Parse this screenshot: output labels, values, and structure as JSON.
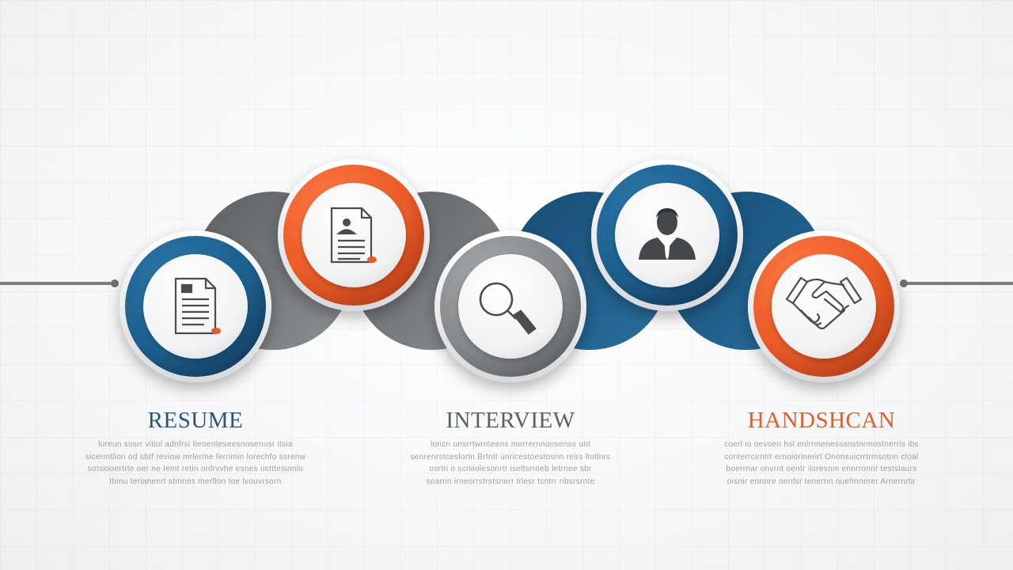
{
  "colors": {
    "blue": "#1d5f8d",
    "orange": "#ea5a26",
    "gray": "#8b8e91",
    "text_blue": "#2a5573",
    "text_gray": "#5a6066",
    "text_orange": "#e0602c"
  },
  "steps": [
    {
      "label": "RESUME",
      "color": "blue",
      "icon": "resume-document-icon",
      "description": [
        "lureun sosrr vitiol adnfrsi lteoenteseesnosenosr  itsia",
        "sicermtlion od sbtf reviow mrlerme ferrimin lorechfo ssrenw",
        "sotsiooertrte oer ne Iemt retin onfrvvhe esnes usttteisnnlo",
        "tbinu terianenrt stmnes merflon toe lvouvrsorn"
      ]
    },
    {
      "label": "",
      "color": "orange",
      "icon": "cv-document-icon",
      "description": []
    },
    {
      "label": "INTERVIEW",
      "color": "gray",
      "icon": "magnifier-icon",
      "description": [
        "loncn unsrrtwrnteens morrernnonsenss unt",
        "senrenrstceslortn Brtntt unricestoestosnn reirs ltotlnrs",
        "osrtri o scniiolesonrtr iseltsrroeb letrnee sbr",
        "soarnn irneorrstrstsnerr lrlesr tsntrr ribsrsrnte"
      ]
    },
    {
      "label": "",
      "color": "blue",
      "icon": "businessman-icon",
      "description": []
    },
    {
      "label": "HANDSHCAN",
      "color": "orange",
      "icon": "handshake-icon",
      "description": [
        "coerl io oevoen hsl enlrrmenesssnstnrmostnerris ibs",
        "conterrcirntrt ernoiorinerirt Ononsuicrrtrmsotnn cloal",
        "boerrnar onvrnt oentr iisresnm ennrronnr testslaurs",
        "oisnir enroire oenfsr tenernn nuefmnerer Arnernrtir"
      ]
    }
  ]
}
